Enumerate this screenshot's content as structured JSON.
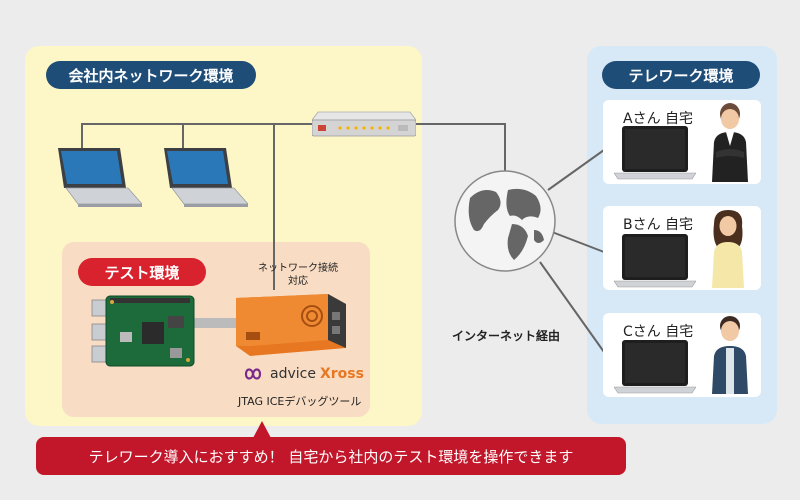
{
  "office": {
    "title": "会社内ネットワーク環境"
  },
  "telework": {
    "title": "テレワーク環境",
    "homes": [
      {
        "label": "Aさん 自宅"
      },
      {
        "label": "Bさん 自宅"
      },
      {
        "label": "Cさん 自宅"
      }
    ]
  },
  "test_env": {
    "title": "テスト環境",
    "network_note_line1": "ネットワーク接続",
    "network_note_line2": "対応",
    "brand_part1": "advice",
    "brand_part2": "Xross",
    "tool_label": "JTAG ICEデバッグツール"
  },
  "internet_label": "インターネット経由",
  "banner": "テレワーク導入におすすめ！ 自宅から社内のテスト環境を操作できます",
  "colors": {
    "office_bg": "#fdf6c6",
    "telework_bg": "#d7e9f7",
    "navy": "#1e4d78",
    "red": "#d8232f",
    "test_bg": "#f8ddc4",
    "orange": "#e87722"
  }
}
